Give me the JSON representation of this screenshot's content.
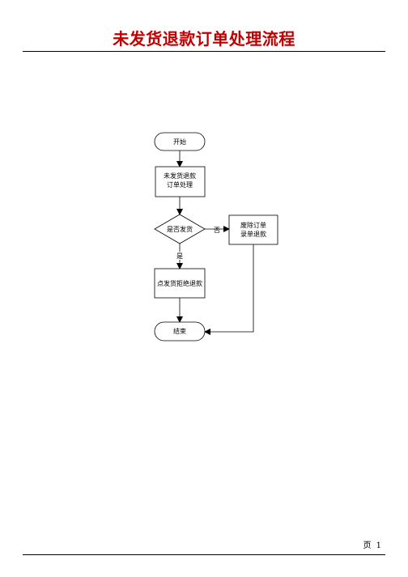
{
  "header": {
    "title": "未发货退款订单处理流程"
  },
  "flow": {
    "start": "开始",
    "process1_line1": "未发货退款",
    "process1_line2": "订单处理",
    "decision": "是否发货",
    "no_label": "否",
    "cancel_line1": "废除订单",
    "cancel_line2": "录单退款",
    "yes_label": "是",
    "process2": "点发货拒绝退款",
    "end": "结束"
  },
  "footer": {
    "page_label": "页",
    "page_number": "1"
  }
}
